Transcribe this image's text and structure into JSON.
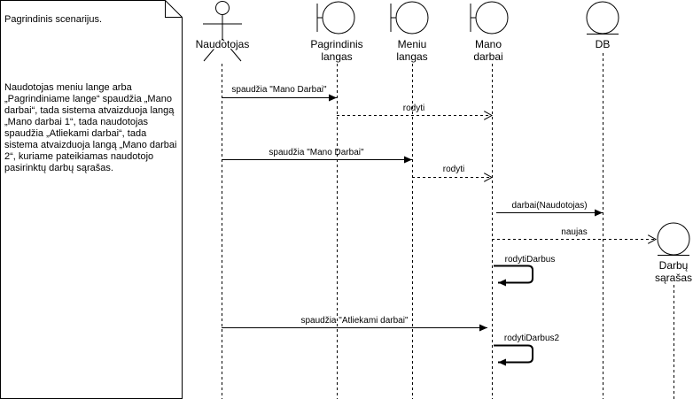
{
  "note": {
    "title": "Pagrindinis scenarijus.",
    "body": "Naudotojas meniu lange arba „Pagrindiniame lange“ spaudžia „Mano darbai“, tada sistema atvaizduoja langą „Mano darbai 1“, tada naudotojas spaudžia „Atliekami darbai“, tada sistema atvaizduoja langą „Mano darbai 2“, kuriame pateikiamas naudotojo pasirinktų darbų sąrašas."
  },
  "participants": [
    {
      "id": "naudotojas",
      "kind": "actor",
      "label_lines": [
        "Naudotojas"
      ]
    },
    {
      "id": "pagrindinis",
      "kind": "boundary",
      "label_lines": [
        "Pagrindinis",
        "langas"
      ]
    },
    {
      "id": "meniu",
      "kind": "boundary",
      "label_lines": [
        "Meniu",
        "langas"
      ]
    },
    {
      "id": "mano",
      "kind": "boundary",
      "label_lines": [
        "Mano",
        "darbai"
      ]
    },
    {
      "id": "db",
      "kind": "entity",
      "label_lines": [
        "DB"
      ]
    },
    {
      "id": "sarasas",
      "kind": "entity",
      "label_lines": [
        "Darbų",
        "sąrašas"
      ]
    }
  ],
  "messages": [
    {
      "from": "naudotojas",
      "to": "pagrindinis",
      "label": "spaudžia \"Mano Darbai\"",
      "style": "solid"
    },
    {
      "from": "pagrindinis",
      "to": "mano",
      "label": "rodyti",
      "style": "dashed"
    },
    {
      "from": "naudotojas",
      "to": "meniu",
      "label": "spaudžia \"Mano Darbai\"",
      "style": "solid"
    },
    {
      "from": "meniu",
      "to": "mano",
      "label": "rodyti",
      "style": "dashed"
    },
    {
      "from": "mano",
      "to": "db",
      "label": "darbai(Naudotojas)",
      "style": "solid"
    },
    {
      "from": "mano",
      "to": "sarasas",
      "label": "naujas",
      "style": "dashed"
    },
    {
      "from": "mano",
      "to": "mano",
      "label": "rodytiDarbus",
      "style": "self"
    },
    {
      "from": "naudotojas",
      "to": "mano",
      "label": "spaudžia \"Atliekami darbai\"",
      "style": "solid"
    },
    {
      "from": "mano",
      "to": "mano",
      "label": "rodytiDarbus2",
      "style": "self"
    }
  ]
}
